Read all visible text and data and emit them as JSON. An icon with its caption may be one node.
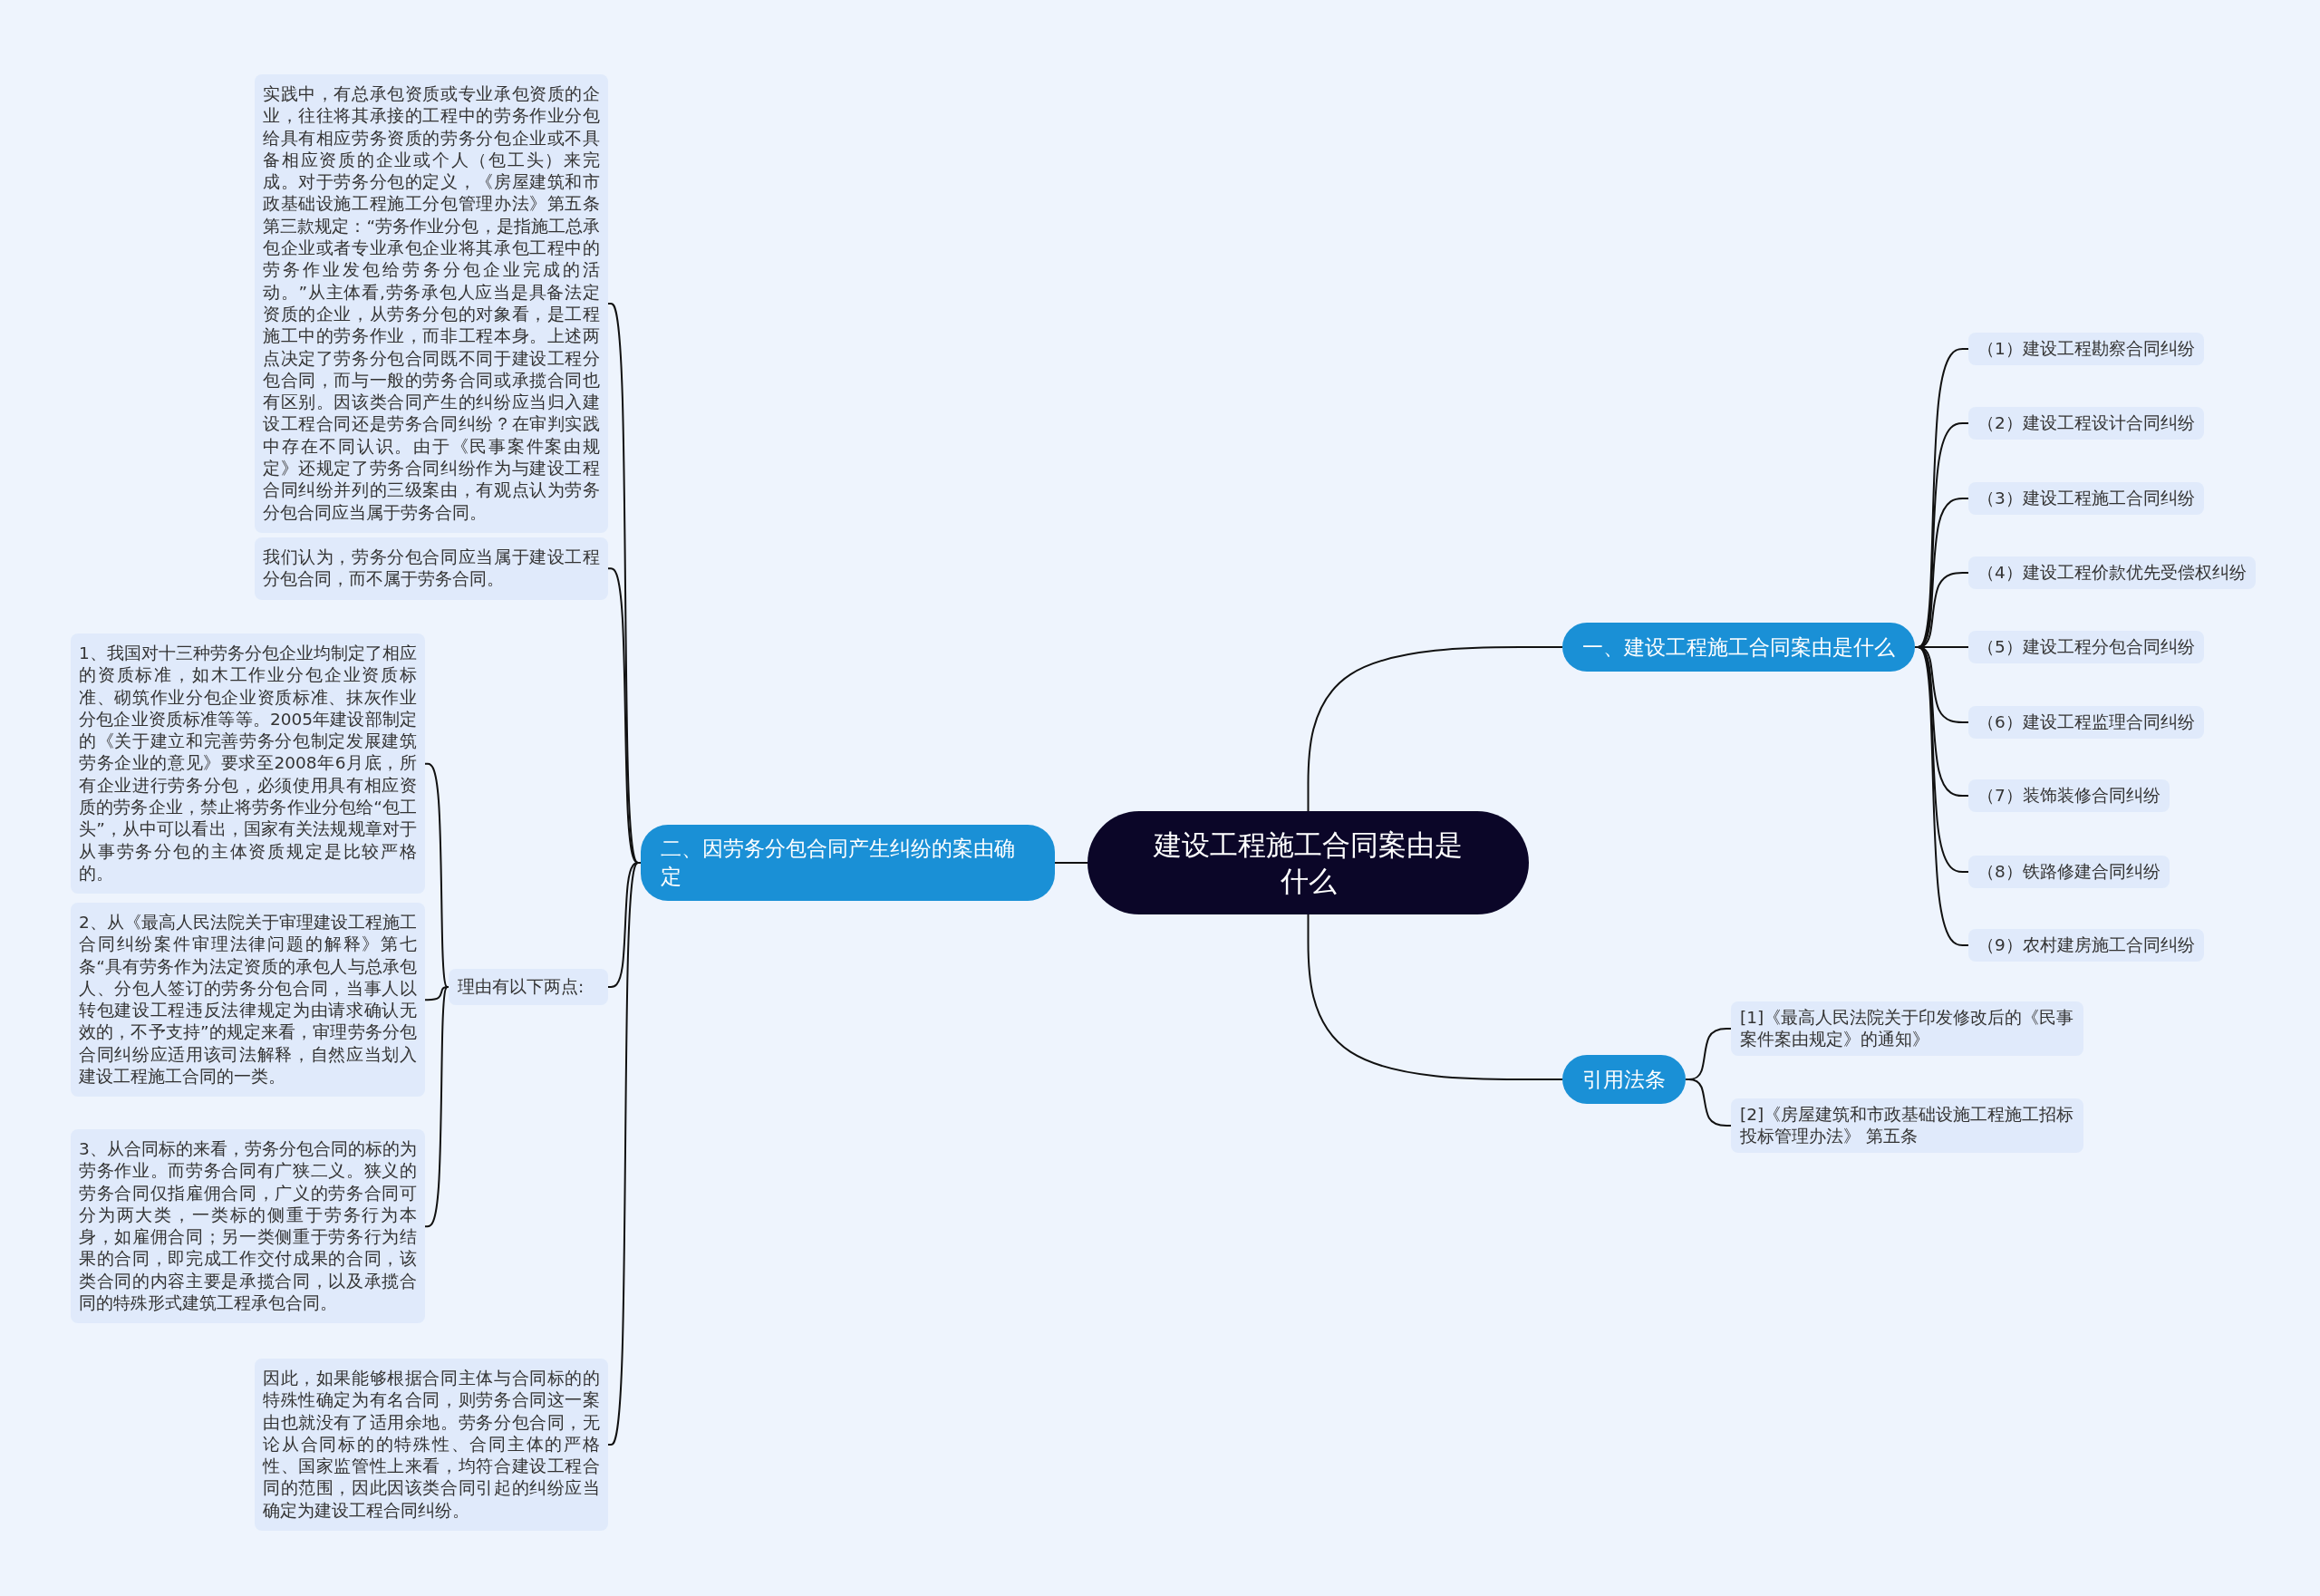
{
  "diagram": {
    "nodes": [
      {
        "text": [
          "建设工程施工合同案由是什么"
        ]
      },
      {
        "text": [
          "一、建设工程施工合同案由是什么"
        ]
      },
      {
        "text": [
          "（1）建设工程勘察合同纠纷"
        ]
      },
      {
        "text": [
          "（2）建设工程设计合同纠纷"
        ]
      },
      {
        "text": [
          "（3）建设工程施工合同纠纷"
        ]
      },
      {
        "text": [
          "（4）建设工程价款优先受偿权纠纷"
        ]
      },
      {
        "text": [
          "（5）建设工程分包合同纠纷"
        ]
      },
      {
        "text": [
          "（6）建设工程监理合同纠纷"
        ]
      },
      {
        "text": [
          "（7）装饰装修合同纠纷"
        ]
      },
      {
        "text": [
          "（8）铁路修建合同纠纷"
        ]
      },
      {
        "text": [
          "（9）农村建房施工合同纠纷"
        ]
      },
      {
        "text": [
          "引用法条"
        ]
      },
      {
        "text": [
          "[1]《最高人民法院关于印发修改后的《民事案件案由规定》的通知》"
        ]
      },
      {
        "text": [
          "[2]《房屋建筑和市政基础设施工程施工招标投标管理办法》 第五条"
        ]
      },
      {
        "text": [
          "二、因劳务分包合同产生纠纷的案由确定"
        ]
      },
      {
        "text": [
          "实践中，有总承包资质或专业承包资质的企业，往往将其承接的工程中的劳务作业分包给具有相应劳务资质的劳务分包企业或不具备相应资质的企业或个人（包工头）来完成。对于劳务分包的定义，《房屋建筑和市政基础设施工程施工分包管理办法》第五条第三款规定：“劳务作业分包，是指施工总承包企业或者专业承包企业将其承包工程中的劳务作业发包给劳务分包企业完成的活动。”从主体看,劳务承包人应当是具备法定资质的企业，从劳务分包的对象看，是工程施工中的劳务作业，而非工程本身。上述两点决定了劳务分包合同既不同于建设工程分包合同，而与一般的劳务合同或承揽合同也有区别。因该类合同产生的纠纷应当归入建设工程合同还是劳务合同纠纷？在审判实践中存在不同认识。由于《民事案件案由规定》还规定了劳务合同纠纷作为与建设工程合同纠纷并列的三级案由，有观点认为劳务分包合同应当属于劳务合同。"
        ]
      },
      {
        "text": [
          "我们认为，劳务分包合同应当属于建设工程分包合同，而不属于劳务合同。"
        ]
      },
      {
        "text": [
          "理由有以下两点:"
        ]
      },
      {
        "text": [
          "1、我国对十三种劳务分包企业均制定了相应的资质标准，如木工作业分包企业资质标准、砌筑作业分包企业资质标准、抹灰作业分包企业资质标准等等。2005年建设部制定的《关于建立和完善劳务分包制定发展建筑劳务企业的意见》要求至2008年6月底，所有企业进行劳务分包，必须使用具有相应资质的劳务企业，禁止将劳务作业分包给“包工头”，从中可以看出，国家有关法规规章对于从事劳务分包的主体资质规定是比较严格的。"
        ]
      },
      {
        "text": [
          "2、从《最高人民法院关于审理建设工程施工合同纠纷案件审理法律问题的解释》第七条“具有劳务作为法定资质的承包人与总承包人、分包人签订的劳务分包合同，当事人以转包建设工程违反法律规定为由请求确认无效的，不予支持”的规定来看，审理劳务分包合同纠纷应适用该司法解释，自然应当划入建设工程施工合同的一类。"
        ]
      },
      {
        "text": [
          "3、从合同标的来看，劳务分包合同的标的为劳务作业。而劳务合同有广狭二义。狭义的劳务合同仅指雇佣合同，广义的劳务合同可分为两大类，一类标的侧重于劳务行为本身，如雇佣合同；另一类侧重于劳务行为结果的合同，即完成工作交付成果的合同，该类合同的内容主要是承揽合同，以及承揽合同的特殊形式建筑工程承包合同。"
        ]
      },
      {
        "text": [
          "因此，如果能够根据合同主体与合同标的的特殊性确定为有名合同，则劳务合同这一案由也就没有了适用余地。劳务分包合同，无论从合同标的的特殊性、合同主体的严格性、国家监管性上来看，均符合建设工程合同的范围，因此因该类合同引起的纠纷应当确定为建设工程合同纠纷。"
        ]
      }
    ],
    "edges": [
      {
        "from": 0,
        "to": 1,
        "arrow": "none"
      },
      {
        "from": 1,
        "to": 2,
        "arrow": "none"
      },
      {
        "from": 1,
        "to": 3,
        "arrow": "none"
      },
      {
        "from": 1,
        "to": 4,
        "arrow": "none"
      },
      {
        "from": 1,
        "to": 5,
        "arrow": "none"
      },
      {
        "from": 1,
        "to": 6,
        "arrow": "none"
      },
      {
        "from": 1,
        "to": 7,
        "arrow": "none"
      },
      {
        "from": 1,
        "to": 8,
        "arrow": "none"
      },
      {
        "from": 1,
        "to": 9,
        "arrow": "none"
      },
      {
        "from": 1,
        "to": 10,
        "arrow": "none"
      },
      {
        "from": 0,
        "to": 11,
        "arrow": "none"
      },
      {
        "from": 11,
        "to": 12,
        "arrow": "none"
      },
      {
        "from": 11,
        "to": 13,
        "arrow": "none"
      },
      {
        "from": 0,
        "to": 14,
        "arrow": "none"
      },
      {
        "from": 14,
        "to": 15,
        "arrow": "none"
      },
      {
        "from": 14,
        "to": 16,
        "arrow": "none"
      },
      {
        "from": 14,
        "to": 17,
        "arrow": "none"
      },
      {
        "from": 17,
        "to": 18,
        "arrow": "none"
      },
      {
        "from": 17,
        "to": 19,
        "arrow": "none"
      },
      {
        "from": 17,
        "to": 20,
        "arrow": "none"
      },
      {
        "from": 14,
        "to": 21,
        "arrow": "none"
      }
    ]
  }
}
